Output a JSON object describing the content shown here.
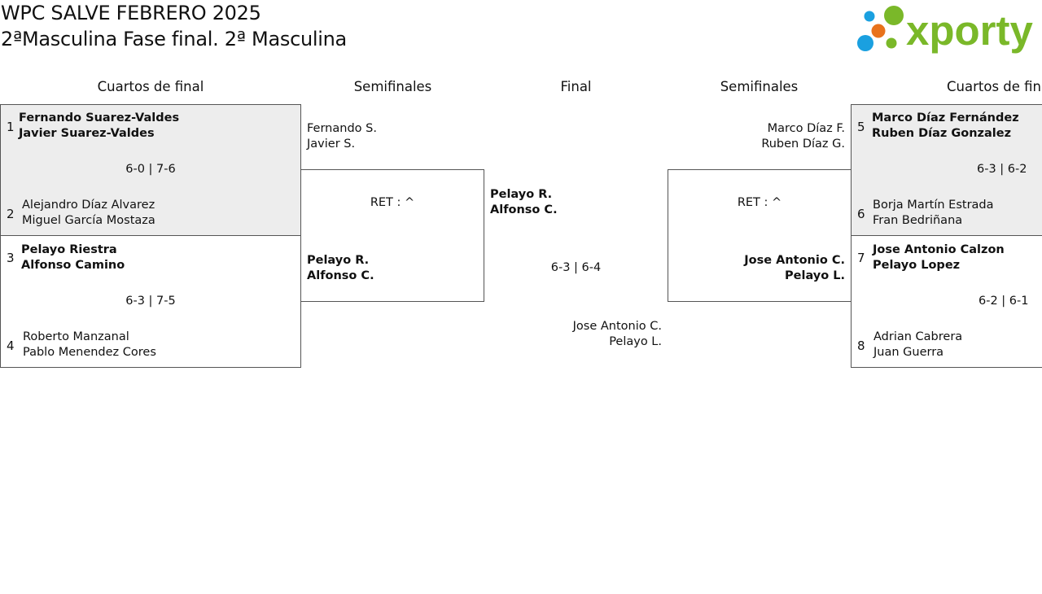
{
  "header": {
    "title_line1": "WPC SALVE FEBRERO 2025",
    "title_line2": "2ªMasculina Fase final. 2ª Masculina"
  },
  "logo": {
    "text": "xporty",
    "colors": {
      "green": "#7ab829",
      "blue": "#1aa0e0",
      "orange": "#e8721c"
    }
  },
  "rounds": {
    "left_quarters": "Cuartos de final",
    "left_semis": "Semifinales",
    "final": "Final",
    "right_semis": "Semifinales",
    "right_quarters": "Cuartos de final"
  },
  "quarters_left": [
    {
      "top": {
        "seed": "1",
        "p1": "Fernando Suarez-Valdes",
        "p2": "Javier Suarez-Valdes"
      },
      "bottom": {
        "seed": "2",
        "p1": "Alejandro Díaz Alvarez",
        "p2": "Miguel García Mostaza"
      },
      "score": "6-0 | 7-6"
    },
    {
      "top": {
        "seed": "3",
        "p1": "Pelayo Riestra",
        "p2": "Alfonso Camino"
      },
      "bottom": {
        "seed": "4",
        "p1": "Roberto Manzanal",
        "p2": "Pablo Menendez Cores"
      },
      "score": "6-3 | 7-5"
    }
  ],
  "quarters_right": [
    {
      "top": {
        "seed": "5",
        "p1": "Marco Díaz Fernández",
        "p2": "Ruben Díaz Gonzalez"
      },
      "bottom": {
        "seed": "6",
        "p1": "Borja Martín Estrada",
        "p2": "Fran Bedriñana"
      },
      "score": "6-3 | 6-2"
    },
    {
      "top": {
        "seed": "7",
        "p1": "Jose Antonio Calzon",
        "p2": "Pelayo Lopez"
      },
      "bottom": {
        "seed": "8",
        "p1": "Adrian Cabrera",
        "p2": "Juan Guerra"
      },
      "score": "6-2 | 6-1"
    }
  ],
  "semi_left": {
    "top": {
      "p1": "Fernando S.",
      "p2": "Javier S."
    },
    "bottom": {
      "p1": "Pelayo R.",
      "p2": "Alfonso C."
    },
    "score": "RET : ^"
  },
  "semi_right": {
    "top": {
      "p1": "Marco Díaz F.",
      "p2": "Ruben Díaz G."
    },
    "bottom": {
      "p1": "Jose Antonio C.",
      "p2": "Pelayo L."
    },
    "score": "RET : ^"
  },
  "final_match": {
    "top": {
      "p1": "Pelayo R.",
      "p2": "Alfonso C."
    },
    "bottom": {
      "p1": "Jose Antonio C.",
      "p2": "Pelayo L."
    },
    "score": "6-3 | 6-4"
  }
}
